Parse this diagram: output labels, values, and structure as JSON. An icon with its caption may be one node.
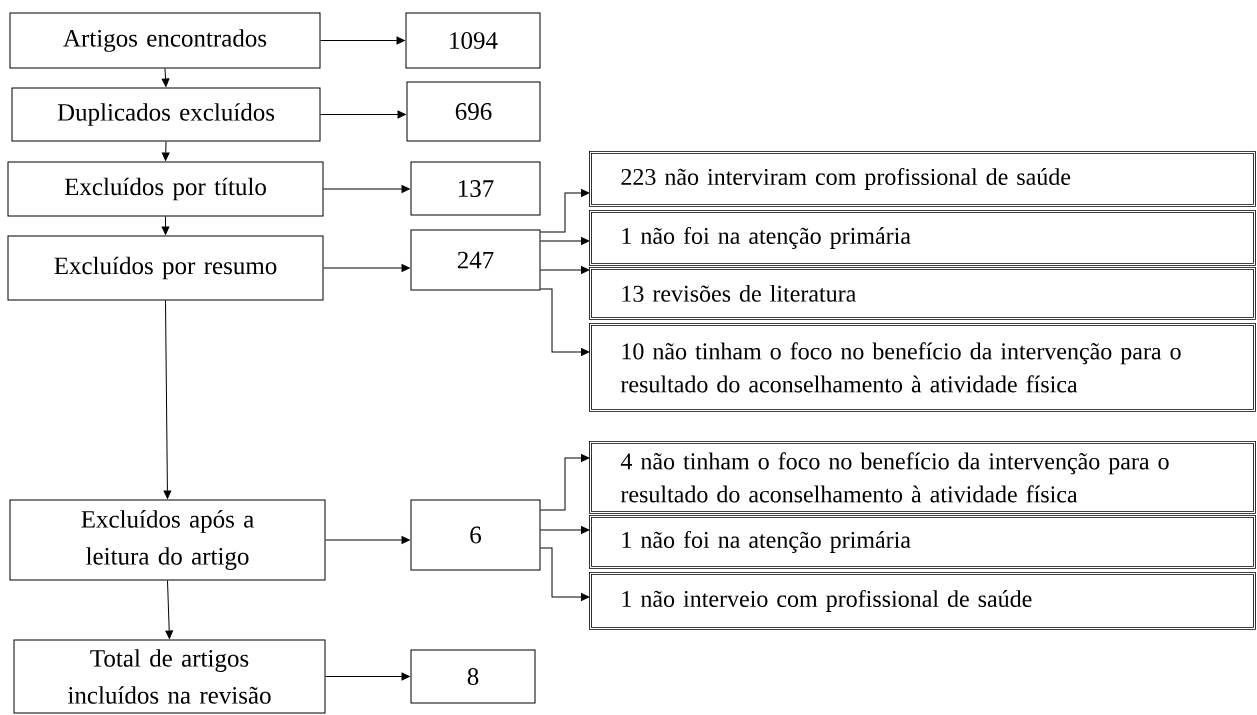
{
  "diagram": {
    "nodes": [
      {
        "text": [
          "Artigos encontrados"
        ]
      },
      {
        "text": [
          "1094"
        ]
      },
      {
        "text": [
          "Duplicados excluídos"
        ]
      },
      {
        "text": [
          "696"
        ]
      },
      {
        "text": [
          "Excluídos por título"
        ]
      },
      {
        "text": [
          "137"
        ]
      },
      {
        "text": [
          "Excluídos por resumo"
        ]
      },
      {
        "text": [
          "247"
        ]
      },
      {
        "text": [
          "223 não interviram com profissional de saúde"
        ]
      },
      {
        "text": [
          "1 não foi na atenção primária"
        ]
      },
      {
        "text": [
          "13 revisões de literatura"
        ]
      },
      {
        "text": [
          "10 não tinham o foco no benefício da intervenção para o resultado do aconselhamento à atividade física"
        ]
      },
      {
        "text": [
          "Excluídos após a leitura do artigo"
        ]
      },
      {
        "text": [
          "6"
        ]
      },
      {
        "text": [
          "4 não tinham o foco no benefício da intervenção para o resultado do aconselhamento à atividade física"
        ]
      },
      {
        "text": [
          "1 não foi na atenção primária"
        ]
      },
      {
        "text": [
          "1 não interveio com profissional de saúde"
        ]
      },
      {
        "text": [
          "Total de artigos incluídos na revisão"
        ]
      },
      {
        "text": [
          "8"
        ]
      }
    ],
    "edges": [
      {
        "from": 0,
        "to": 1,
        "arrow": "to"
      },
      {
        "from": 0,
        "to": 2,
        "arrow": "to"
      },
      {
        "from": 2,
        "to": 3,
        "arrow": "to"
      },
      {
        "from": 2,
        "to": 4,
        "arrow": "to"
      },
      {
        "from": 4,
        "to": 5,
        "arrow": "to"
      },
      {
        "from": 4,
        "to": 6,
        "arrow": "to"
      },
      {
        "from": 6,
        "to": 7,
        "arrow": "to"
      },
      {
        "from": 6,
        "to": 12,
        "arrow": "to"
      },
      {
        "from": 7,
        "to": 8,
        "arrow": "to"
      },
      {
        "from": 7,
        "to": 9,
        "arrow": "to"
      },
      {
        "from": 7,
        "to": 10,
        "arrow": "to"
      },
      {
        "from": 7,
        "to": 11,
        "arrow": "to"
      },
      {
        "from": 12,
        "to": 13,
        "arrow": "to"
      },
      {
        "from": 12,
        "to": 17,
        "arrow": "to"
      },
      {
        "from": 13,
        "to": 14,
        "arrow": "to"
      },
      {
        "from": 13,
        "to": 15,
        "arrow": "to"
      },
      {
        "from": 13,
        "to": 16,
        "arrow": "to"
      },
      {
        "from": 17,
        "to": 18,
        "arrow": "to"
      }
    ]
  }
}
